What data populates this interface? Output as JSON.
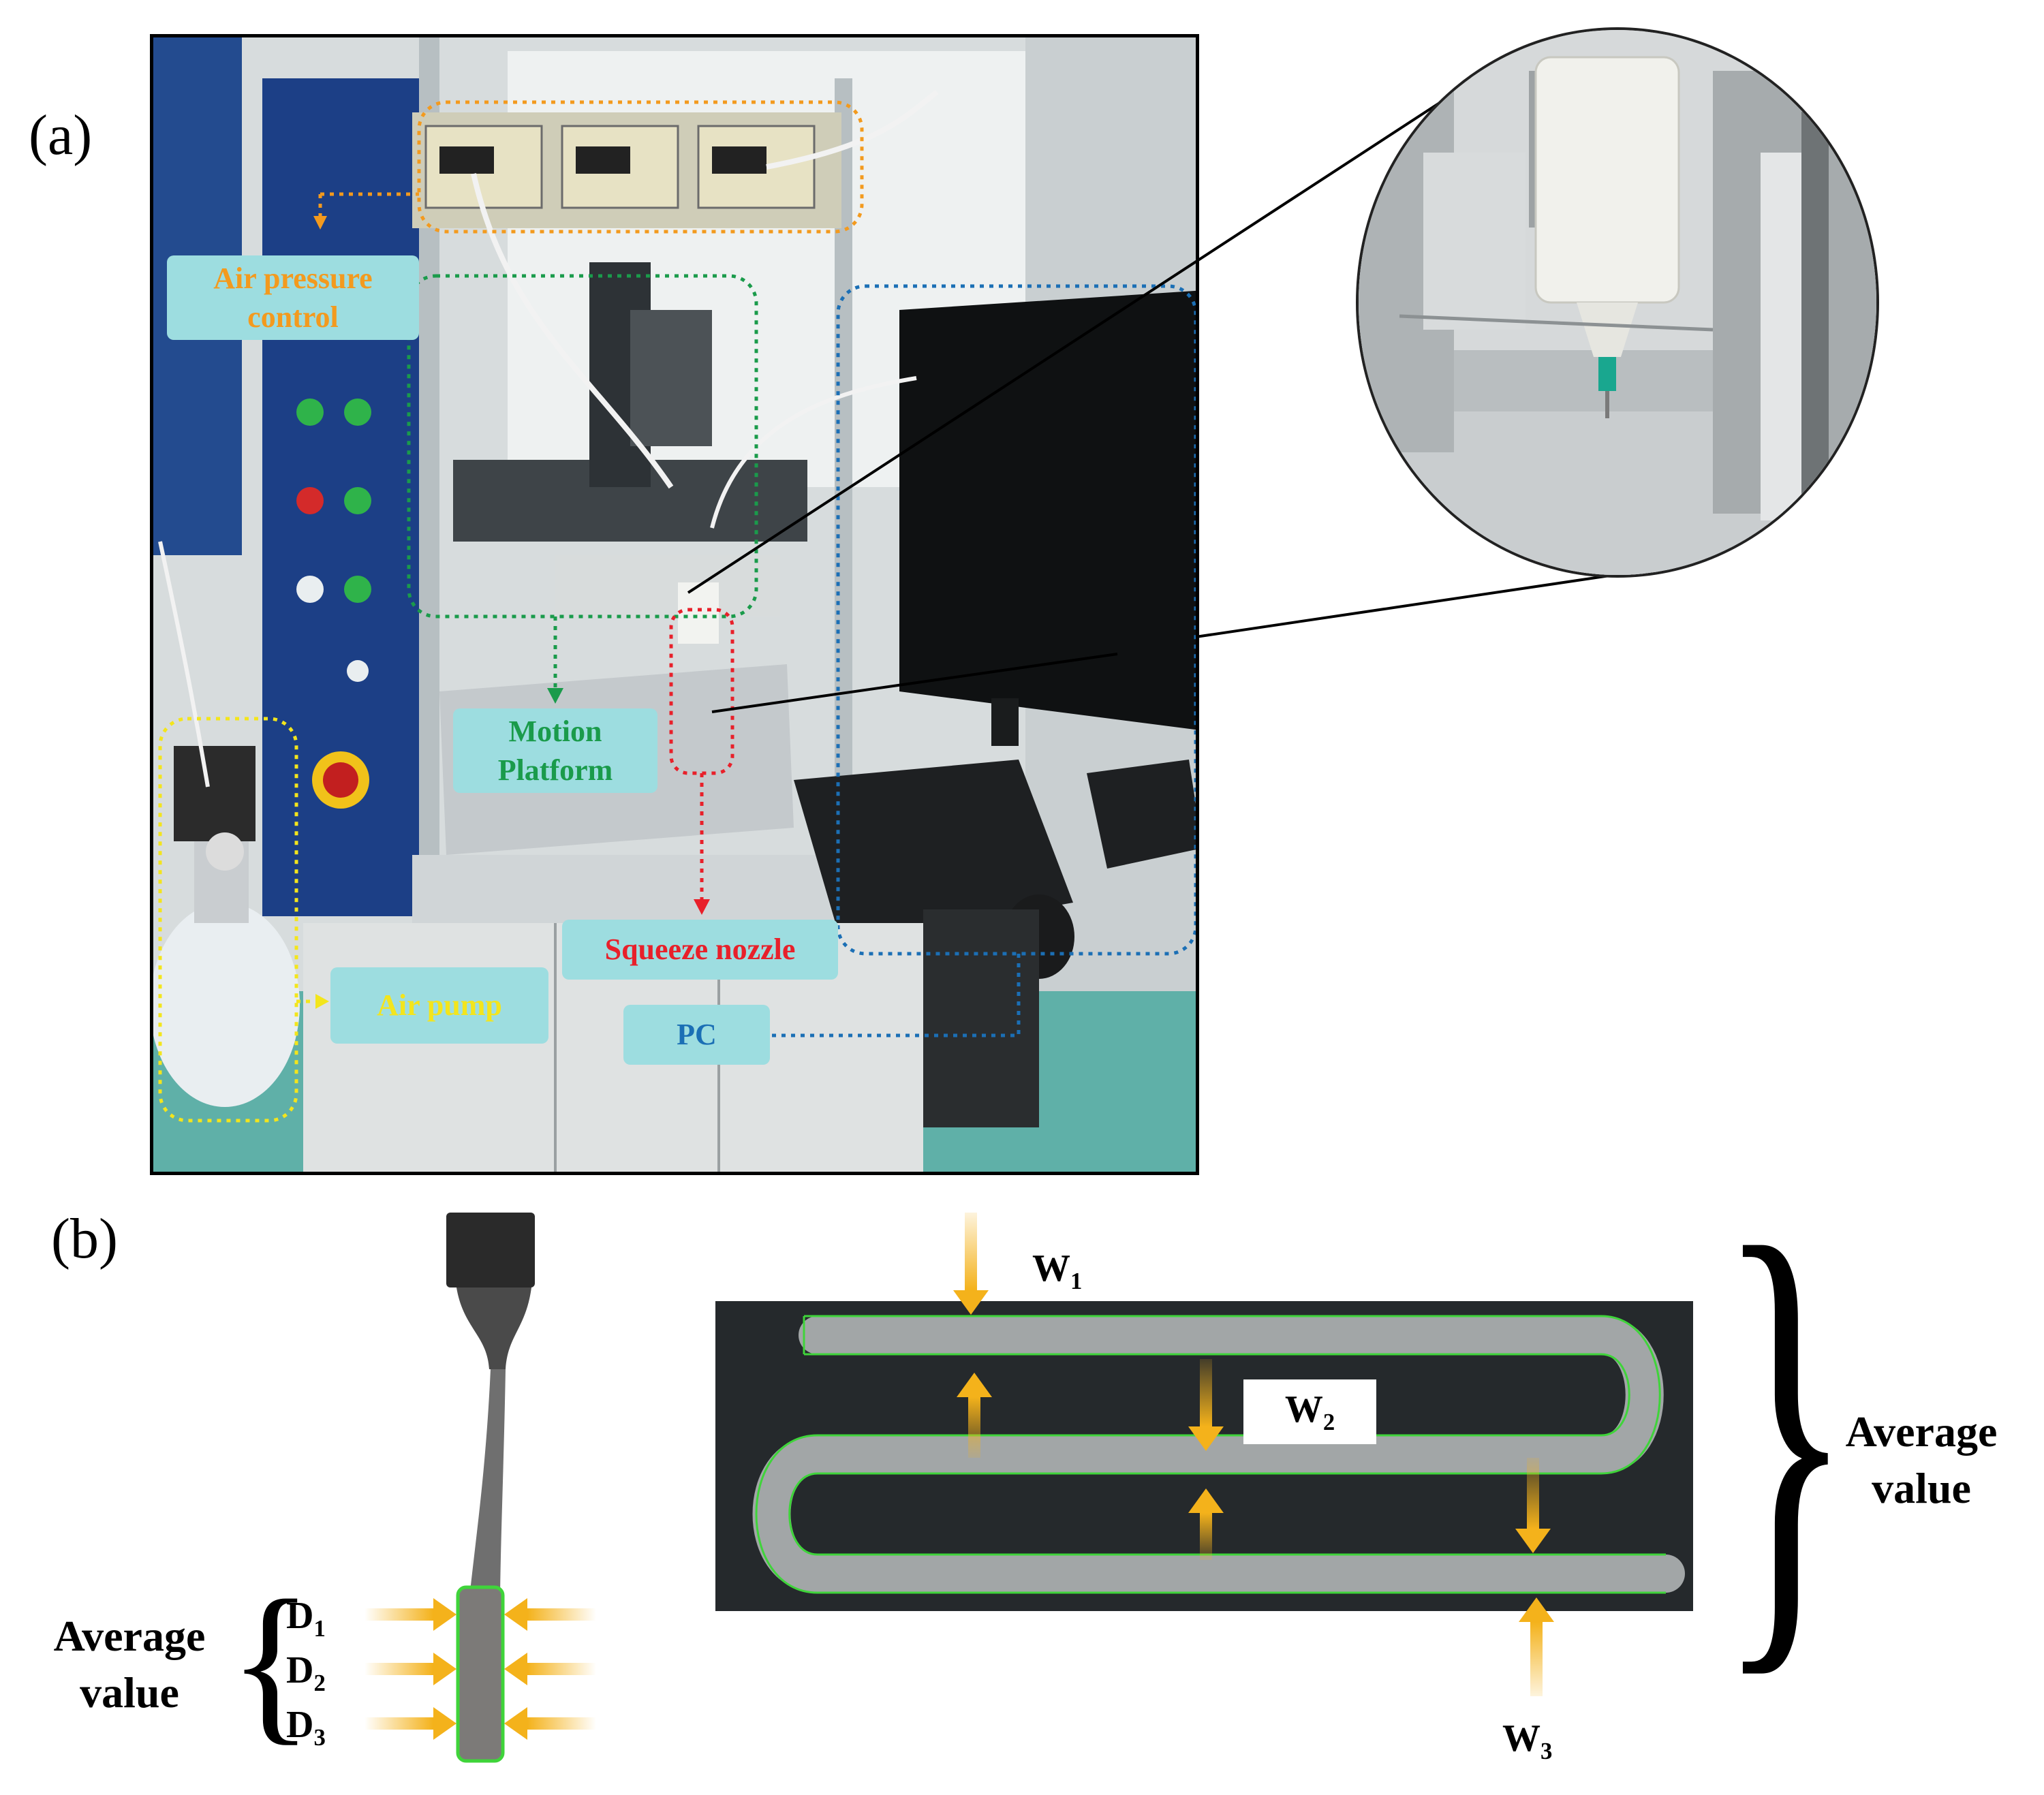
{
  "panels": {
    "a": "(a)",
    "b": "(b)"
  },
  "panel_a": {
    "labels": {
      "air_pressure": "Air pressure\ncontrol",
      "motion_platform": "Motion\nPlatform",
      "squeeze_nozzle": "Squeeze nozzle",
      "air_pump": "Air pump",
      "pc": "PC"
    },
    "colors": {
      "air_pressure": "#f39a1e",
      "motion_platform": "#1a9b4b",
      "squeeze_nozzle": "#e8202a",
      "air_pump": "#f3e51c",
      "pc": "#1b6fb5",
      "label_bg": "#9ddde0"
    }
  },
  "panel_b": {
    "left": {
      "average_label": "Average\nvalue",
      "d1": {
        "base": "D",
        "sub": "1"
      },
      "d2": {
        "base": "D",
        "sub": "2"
      },
      "d3": {
        "base": "D",
        "sub": "3"
      }
    },
    "right": {
      "w1": {
        "base": "W",
        "sub": "1"
      },
      "w2": {
        "base": "W",
        "sub": "2"
      },
      "w3": {
        "base": "W",
        "sub": "3"
      },
      "average_label": "Average\nvalue"
    },
    "colors": {
      "arrow": "#f4b21b",
      "outline": "#3fd43a"
    }
  }
}
